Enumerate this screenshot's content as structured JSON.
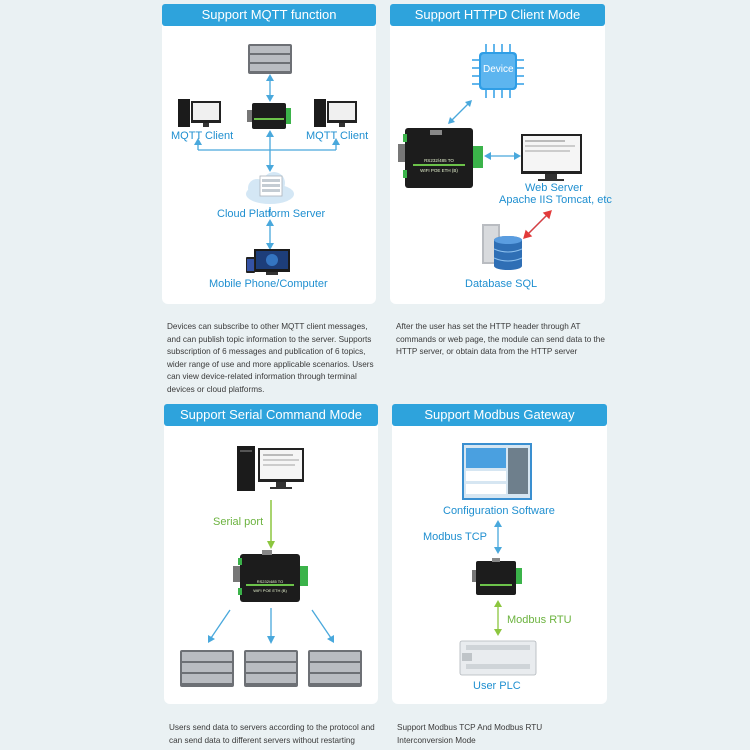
{
  "panels": {
    "mqtt": {
      "title": "Support MQTT function",
      "label_client_left": "MQTT Client",
      "label_client_right": "MQTT Client",
      "label_cloud": "Cloud Platform Server",
      "label_mobile": "Mobile Phone/Computer",
      "description": "Devices can subscribe to other MQTT client messages, and can publish topic information to the server. Supports subscription of 6 messages and publication of 6 topics, wider range of use and more applicable scenarios. Users can view device-related information through terminal devices or cloud platforms."
    },
    "httpd": {
      "title": "Support HTTPD Client Mode",
      "label_device": "Device",
      "label_web_server": "Web Server",
      "label_web_server_sub": "Apache IIS Tomcat, etc",
      "label_database": "Database SQL",
      "description": "After the user has set the HTTP header through AT commands or web page, the module can send data to the HTTP server, or obtain data from the HTTP server"
    },
    "serial": {
      "title": "Support Serial Command Mode",
      "label_serial_port": "Serial port",
      "description": "Users send data to servers according to the protocol and can send data to different servers without restarting"
    },
    "modbus": {
      "title": "Support Modbus Gateway",
      "label_config": "Configuration Software",
      "label_tcp": "Modbus TCP",
      "label_rtu": "Modbus RTU",
      "label_plc": "User PLC",
      "description": "Support Modbus TCP And Modbus RTU Interconversion Mode"
    }
  },
  "device_text": {
    "model_line1": "RS232/485 TO",
    "model_line2": "WIFI POE ETH (B)"
  },
  "colors": {
    "header": "#2ea3dc",
    "blue_label": "#1f8fd0",
    "green_label": "#6cb33f",
    "chip": "#2f9ee6"
  }
}
